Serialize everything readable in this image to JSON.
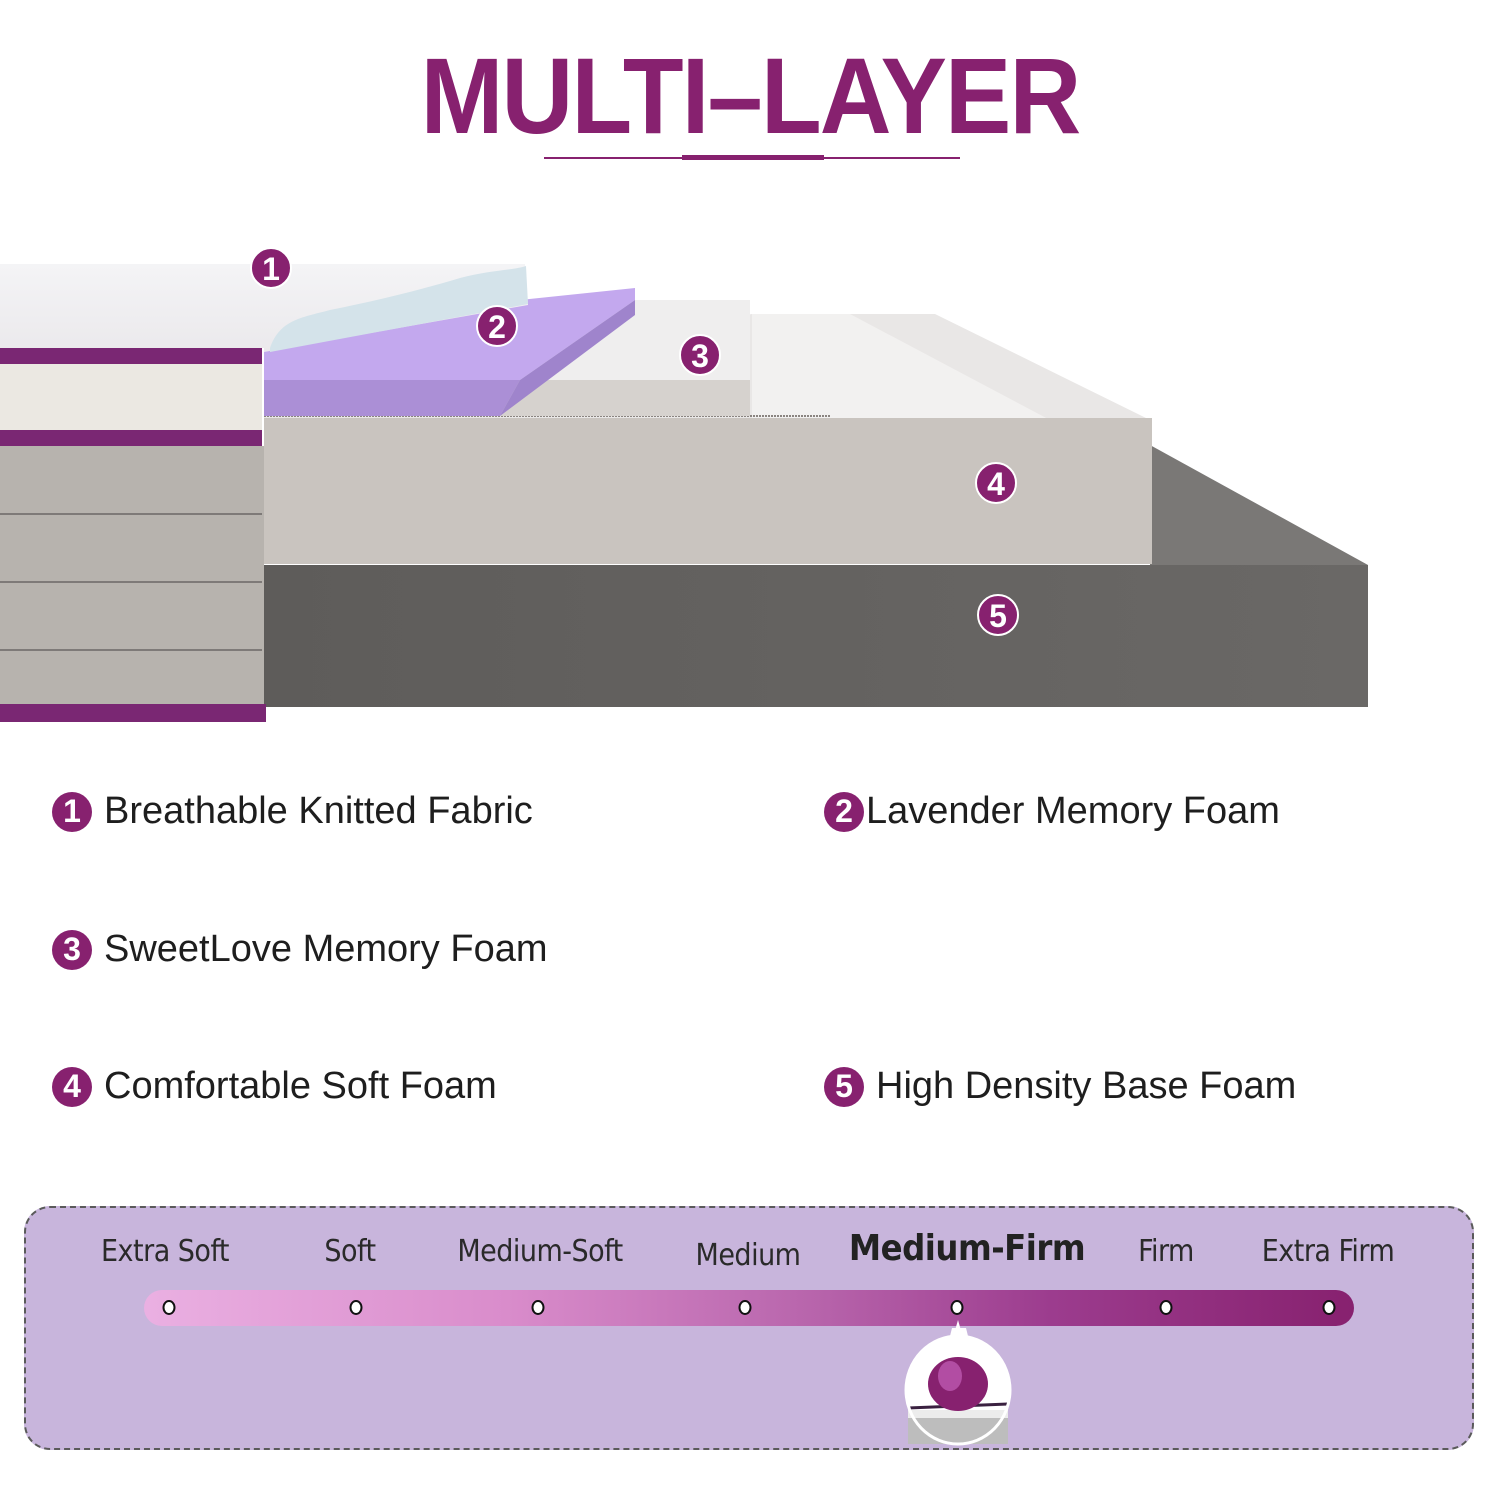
{
  "header": {
    "title": "MULTI–LAYER"
  },
  "colors": {
    "brand_purple": "#87216f",
    "lavender": "#c8b5dc",
    "foam_lavender": "#b79be0",
    "base_gray": "#666461",
    "soft_foam": "#cbc6c1"
  },
  "diagram": {
    "markers": [
      "1",
      "2",
      "3",
      "4",
      "5"
    ]
  },
  "layers": [
    {
      "number": "1",
      "label": "Breathable Knitted Fabric"
    },
    {
      "number": "2",
      "label": "Lavender Memory Foam"
    },
    {
      "number": "3",
      "label": "SweetLove Memory Foam"
    },
    {
      "number": "4",
      "label": "Comfortable Soft Foam"
    },
    {
      "number": "5",
      "label": "High Density Base Foam"
    }
  ],
  "firmness": {
    "levels": [
      "Extra Soft",
      "Soft",
      "Medium-Soft",
      "Medium",
      "Medium-Firm",
      "Firm",
      "Extra Firm"
    ],
    "selected": "Medium-Firm",
    "selected_index": 4,
    "indicator_icon": "pressure-ball-icon"
  }
}
